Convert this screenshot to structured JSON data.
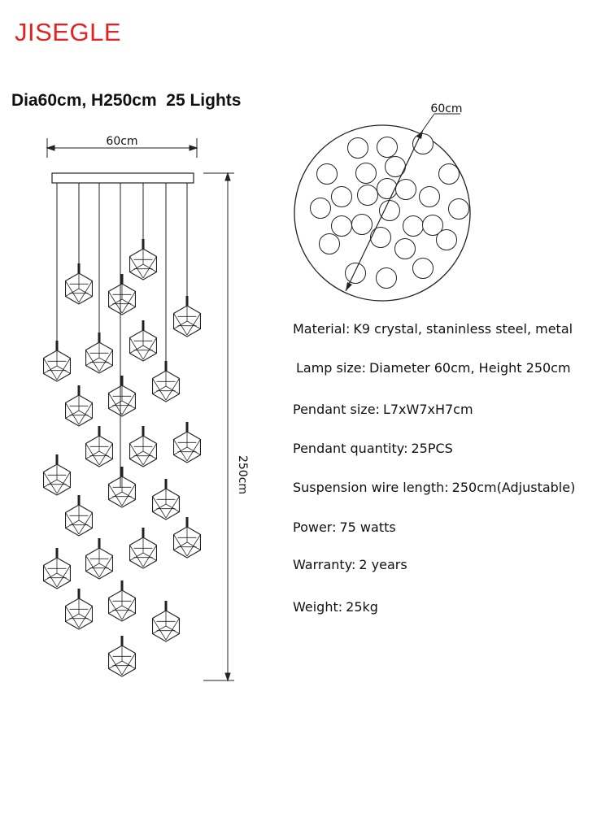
{
  "brand": {
    "name": "JISEGLE",
    "color": "#e02424"
  },
  "title": "Dia60cm, H250cm  25 Lights",
  "diagram": {
    "width_label": "60cm",
    "height_label": "250cm",
    "top_view_label": "60cm",
    "pendant_count": 25,
    "line_color": "#222222"
  },
  "specs": [
    {
      "key": "Material:",
      "value": "K9 crystal, staninless steel, metal"
    },
    {
      "key": "Lamp size:",
      "value": "Diameter 60cm, Height 250cm"
    },
    {
      "key": "Pendant size:",
      "value": "L7xW7xH7cm"
    },
    {
      "key": "Pendant quantity:",
      "value": "25PCS"
    },
    {
      "key": "Suspension wire length:",
      "value": "250cm(Adjustable)"
    },
    {
      "key": "Power:",
      "value": "75 watts"
    },
    {
      "key": "Warranty:",
      "value": "2 years"
    },
    {
      "key": "Weight:",
      "value": "25kg"
    }
  ]
}
